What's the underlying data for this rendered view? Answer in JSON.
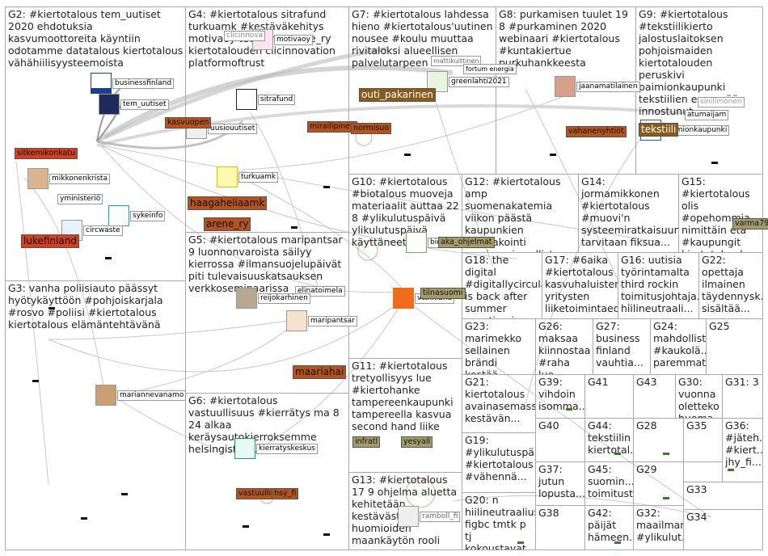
{
  "groups": [
    {
      "id": "g2",
      "title": "G2: #kiertotalous tem_uutiset 2020 ehdotuksia kasvumoottoreita käyntiin odotamme datatalous kiertotalous vähähiilisyysteemoista"
    },
    {
      "id": "g4",
      "title": "G4: #kiertotalous sitrafund turkuamk #kestäväkehitys motivaoy teemana arene_ry kiertotalouden clicinnovation platformoftrust"
    },
    {
      "id": "g7",
      "title": "G7: #kiertotalous lahdessa hieno #kiertotalous'uutinen nousee #koulu muuttaa rivitaloksi alueellisen palvelutarpeen"
    },
    {
      "id": "g8",
      "title": "G8: purkamisen tuulet 19 8 #purkaminen 2020 webinaari #kiertotalous #kuntakiertue purkuhankkeesta"
    },
    {
      "id": "g9",
      "title": "G9: #kiertotalous #tekstiilikierto jalostuslaitoksen pohjoismaiden kiertotalouden peruskivi paimionkaupunki tekstiilien enempää innostunut"
    },
    {
      "id": "g10",
      "title": "G10: #kiertotalous #biotalous muoveja materiaalit auttaa 22 8 #ylikulutuspäivä ylikulutuspäivä käyttäneet"
    },
    {
      "id": "g12",
      "title": "G12: #kiertotalous amp suomenakatemia viikon päästä kaupunkien #ennakointi seminaari osallistu vaikuta"
    },
    {
      "id": "g14",
      "title": "G14: jormamikkonen #kiertotalous #muovi'n systeemiratkaisuun tarvitaan fiksua..."
    },
    {
      "id": "g15",
      "title": "G15: #kiertotalous olis #opehommia nimittäin etä #kaupungit kiertotalouden..."
    },
    {
      "id": "g5",
      "title": "G5: #kiertotalous maripantsar 9 luonnonvaroista säilyy kierrossa #ilmansuojelupäivät piti tulevaisuuskatsauksen verkkoseminaarissa"
    },
    {
      "id": "g18",
      "title": "G18: the digital #digitallycircular is back after summer vacation in this"
    },
    {
      "id": "g17",
      "title": "G17: #6aika #kiertotalous kasvuhaluisten yritysten liiketoimintaed..."
    },
    {
      "id": "g16",
      "title": "G16: uutisia työrintamalta third rockin toimitusjohtaja... hiilineutraali..."
    },
    {
      "id": "g22",
      "title": "G22: opettaja ilmainen täydennysk... sisältää..."
    },
    {
      "id": "g3",
      "title": "G3: vanha poliisiauto päässyt hyötykäyttöön #pohjoiskarjala #rosvo #poliisi #kiertotalous kiertotalous elämäntehtävänä"
    },
    {
      "id": "g23",
      "title": "G23: marimekko sellainen brändi kestää..."
    },
    {
      "id": "g26",
      "title": "G26: maksaa kiinnostaa #raha lue..."
    },
    {
      "id": "g27",
      "title": "G27: business finland vauhtia..."
    },
    {
      "id": "g24",
      "title": "G24: mahdollist... #kaukolä... paremmat..."
    },
    {
      "id": "g25",
      "title": "G25"
    },
    {
      "id": "g11",
      "title": "G11: #kiertotalous tretyollisyys lue #kiertohanke tampereenkaupunki tampereella kasvua second hand liike"
    },
    {
      "id": "g21",
      "title": "G21: kiertotalous avainasemassa kestävän..."
    },
    {
      "id": "g39",
      "title": "G39: vihdoin isomma..."
    },
    {
      "id": "g41",
      "title": "G41"
    },
    {
      "id": "g43",
      "title": "G43"
    },
    {
      "id": "g30",
      "title": "G30: vuonna oletteko huoma..."
    },
    {
      "id": "g31",
      "title": "G31: 3"
    },
    {
      "id": "g6",
      "title": "G6: #kiertotalous vastuullisuus #kierrätys ma 8 24 alkaa keräysautokierroksemme helsingistä autoon"
    },
    {
      "id": "g40",
      "title": "G40"
    },
    {
      "id": "g44",
      "title": "G44: tekstiilin kiertotal..."
    },
    {
      "id": "g28",
      "title": "G28"
    },
    {
      "id": "g35",
      "title": "G35"
    },
    {
      "id": "g36",
      "title": "G36: #jäteh... #kiert... jhy_fi..."
    },
    {
      "id": "g19",
      "title": "G19: #ylikulutuspäi... #kiertotalous #vähennä..."
    },
    {
      "id": "g37",
      "title": "G37: jutun lopusta..."
    },
    {
      "id": "g45",
      "title": "G45: suomin... toimitust..."
    },
    {
      "id": "g29",
      "title": "G29"
    },
    {
      "id": "g33",
      "title": "G33"
    },
    {
      "id": "g13",
      "title": "G13: #kiertotalous 17 9 ohjelma aluetta kehitetään kestävästi huomioiden maankäytön rooli"
    },
    {
      "id": "g20",
      "title": "G20: n hiilineutraalius figbc tmtk p tj kokoustavat..."
    },
    {
      "id": "g38",
      "title": "G38"
    },
    {
      "id": "g42",
      "title": "G42: päijät hämeen..."
    },
    {
      "id": "g32",
      "title": "G32: maailman #ylikulut..."
    },
    {
      "id": "g34",
      "title": "G34"
    }
  ],
  "accounts": [
    {
      "label": "businessfinland"
    },
    {
      "label": "tem_uutiset"
    },
    {
      "label": "mikkonenkrista"
    },
    {
      "label": "yministeriö"
    },
    {
      "label": "sykeinfo"
    },
    {
      "label": "circwaste"
    },
    {
      "label": "motivaoy"
    },
    {
      "label": "clicinnova"
    },
    {
      "label": "sitrafund"
    },
    {
      "label": "uusiouutiset"
    },
    {
      "label": "turkuamk"
    },
    {
      "label": "mattikuittinen"
    },
    {
      "label": "fortum energia"
    },
    {
      "label": "greenlahti2021"
    },
    {
      "label": "jaanamatilainen"
    },
    {
      "label": "paimionkaupunki"
    },
    {
      "label": "sinillmonen"
    },
    {
      "label": "atumaijam"
    },
    {
      "label": "biotalous"
    },
    {
      "label": "vttfinland"
    },
    {
      "label": "elinatoimela"
    },
    {
      "label": "reijokarhinen"
    },
    {
      "label": "maripantsar"
    },
    {
      "label": "mariannevanamo"
    },
    {
      "label": "kierratyskeskus"
    },
    {
      "label": "ramboll_fi"
    }
  ],
  "tags": [
    {
      "label": "kasvuopen"
    },
    {
      "label": "sitkemikonkatu"
    },
    {
      "label": "lukefinland"
    },
    {
      "label": "haagaheliaamk"
    },
    {
      "label": "arene_ry"
    },
    {
      "label": "mirailipinen"
    },
    {
      "label": "outi_pakarinen"
    },
    {
      "label": "normisuo"
    },
    {
      "label": "vahanenyhtiöt"
    },
    {
      "label": "tekstiili"
    },
    {
      "label": "maariahai"
    },
    {
      "label": "vastuullisu"
    },
    {
      "label": "hsy_fi"
    },
    {
      "label": "aka_ohjelmat"
    },
    {
      "label": "tiinasuomi"
    },
    {
      "label": "infratl"
    },
    {
      "label": "yesyall"
    },
    {
      "label": "varma79"
    }
  ],
  "colors": {
    "border": "#a9a9a9",
    "tag_red": "#d3401f",
    "tag_brown": "#8a5a1c",
    "tag_olive": "#a49a6a",
    "tag_green": "#4c8a3a"
  }
}
